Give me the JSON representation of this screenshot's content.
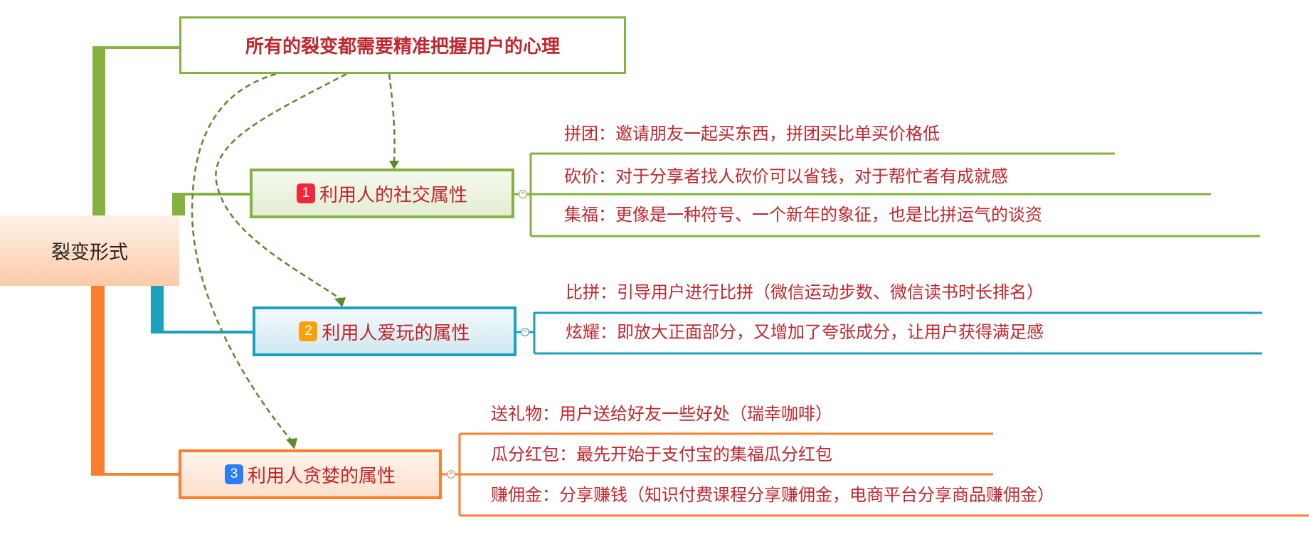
{
  "root": {
    "label": "裂变形式"
  },
  "note": {
    "label": "所有的裂变都需要精准把握用户的心理"
  },
  "colors": {
    "green": "#84b23f",
    "teal": "#1ba1be",
    "orange": "#fd7f2e",
    "text": "#c0272d",
    "dashed": "#5a8a2a"
  },
  "branches": [
    {
      "badge": "1",
      "badge_color": "#f4263d",
      "label": "利用人的社交属性",
      "children": [
        "拼团：邀请朋友一起买东西，拼团买比单买价格低",
        "砍价：对于分享者找人砍价可以省钱，对于帮忙者有成就感",
        "集福：更像是一种符号、一个新年的象征，也是比拼运气的谈资"
      ]
    },
    {
      "badge": "2",
      "badge_color": "#fda00c",
      "label": "利用人爱玩的属性",
      "children": [
        "比拼：引导用户进行比拼（微信运动步数、微信读书时长排名）",
        "炫耀：即放大正面部分，又增加了夸张成分，让用户获得满足感"
      ]
    },
    {
      "badge": "3",
      "badge_color": "#2b7ff5",
      "label": "利用人贪婪的属性",
      "children": [
        "送礼物：用户送给好友一些好处（瑞幸咖啡）",
        "瓜分红包：最先开始于支付宝的集福瓜分红包",
        "赚佣金：分享赚钱（知识付费课程分享赚佣金，电商平台分享商品赚佣金）"
      ]
    }
  ],
  "collapse_symbol": "−"
}
